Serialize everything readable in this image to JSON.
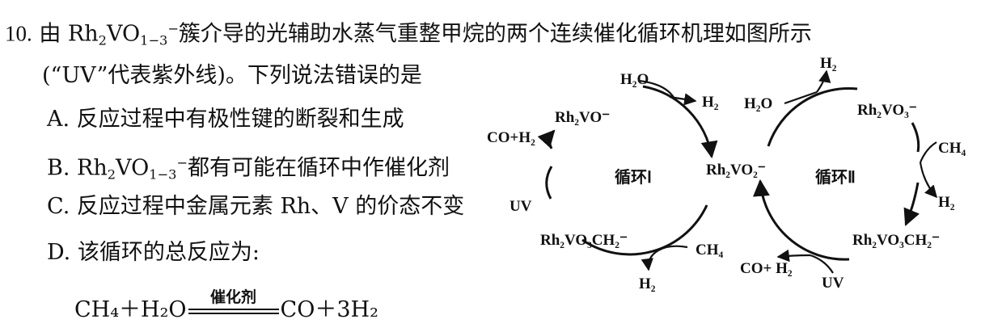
{
  "question": {
    "number": "10.",
    "line1": {
      "pre": "由 Rh",
      "sub1": "2",
      "mid": "VO",
      "sub2": "1−3",
      "sup2": "−",
      "post": "簇介导的光辅助水蒸气重整甲烷的两个连续催化循环机理如图所示"
    },
    "line2": "(“UV”代表紫外线)。下列说法错误的是",
    "options": {
      "a": "A. 反应过程中有极性键的断裂和生成",
      "b": {
        "pre": "B. Rh",
        "sub1": "2",
        "mid": "VO",
        "sub2": "1−3",
        "sup2": "−",
        "post": "都有可能在循环中作催化剂"
      },
      "c": "C. 反应过程中金属元素 Rh、V 的价态不变",
      "d": "D. 该循环的总反应为:"
    },
    "equation": {
      "left": "CH₄＋H₂O",
      "catalyst": "催化剂",
      "right": "CO＋3H₂"
    }
  },
  "diagram": {
    "cycle1": {
      "label": "循环Ⅰ",
      "species_top": "Rh₂VO⁻",
      "species_bottom": "Rh₂VO₃CH₂⁻",
      "in_top": "H₂O",
      "out_top": "H₂",
      "in_bottom": "CH₄",
      "out_bottom": "H₂",
      "out_left": "CO+H₂",
      "in_left": "UV"
    },
    "shared_species": "Rh₂VO₂⁻",
    "cycle2": {
      "label": "循环Ⅱ",
      "species_top": "Rh₂VO₃⁻",
      "species_bottom": "Rh₂VO₃CH₂⁻",
      "in_top": "H₂O",
      "out_top": "H₂",
      "in_right": "CH₄",
      "out_right": "H₂",
      "out_bottom": "CO+ H₂",
      "in_bottom": "UV"
    }
  }
}
